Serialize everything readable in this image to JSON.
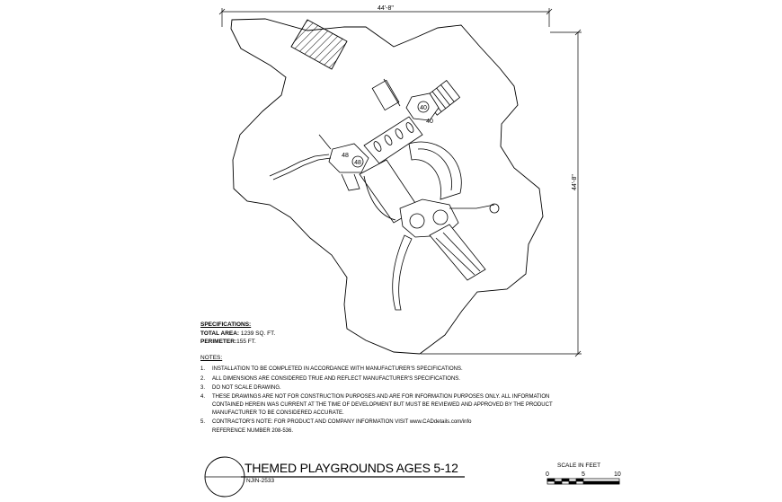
{
  "dimensions": {
    "width_label": "44'-8\"",
    "height_label": "44'-8\""
  },
  "specifications": {
    "heading": "SPECIFICATIONS:",
    "area_label": "TOTAL AREA:",
    "area_value": "1239 SQ. FT.",
    "perimeter_label": "PERIMETER:",
    "perimeter_value": "155 FT."
  },
  "notes": {
    "heading": "NOTES:",
    "items": [
      {
        "num": "1.",
        "lines": [
          "INSTALLATION TO BE COMPLETED IN ACCORDANCE WITH MANUFACTURER'S SPECIFICATIONS."
        ]
      },
      {
        "num": "2.",
        "lines": [
          "ALL DIMENSIONS ARE CONSIDERED TRUE AND REFLECT MANUFACTURER'S SPECIFICATIONS."
        ]
      },
      {
        "num": "3.",
        "lines": [
          "DO NOT SCALE DRAWING."
        ]
      },
      {
        "num": "4.",
        "lines": [
          "THESE DRAWINGS ARE NOT FOR CONSTRUCTION PURPOSES AND ARE FOR INFORMATION PURPOSES ONLY. ALL INFORMATION",
          "CONTAINED HEREIN WAS CURRENT AT THE TIME OF DEVELOPMENT BUT MUST BE REVIEWED AND APPROVED BY THE PRODUCT",
          "MANUFACTURER TO BE CONSIDERED ACCURATE."
        ]
      },
      {
        "num": "5.",
        "lines": [
          "CONTRACTOR'S NOTE: FOR PRODUCT AND COMPANY INFORMATION VISIT www.CADdetails.com/info",
          "REFERENCE NUMBER 208-536."
        ]
      }
    ]
  },
  "title_block": {
    "title": "THEMED PLAYGROUNDS AGES 5-12",
    "code": "NJIN-2533"
  },
  "scale": {
    "label": "SCALE IN FEET",
    "ticks": [
      "0",
      "5",
      "10"
    ]
  },
  "deck_labels": [
    "40",
    "48",
    "48",
    "40"
  ]
}
